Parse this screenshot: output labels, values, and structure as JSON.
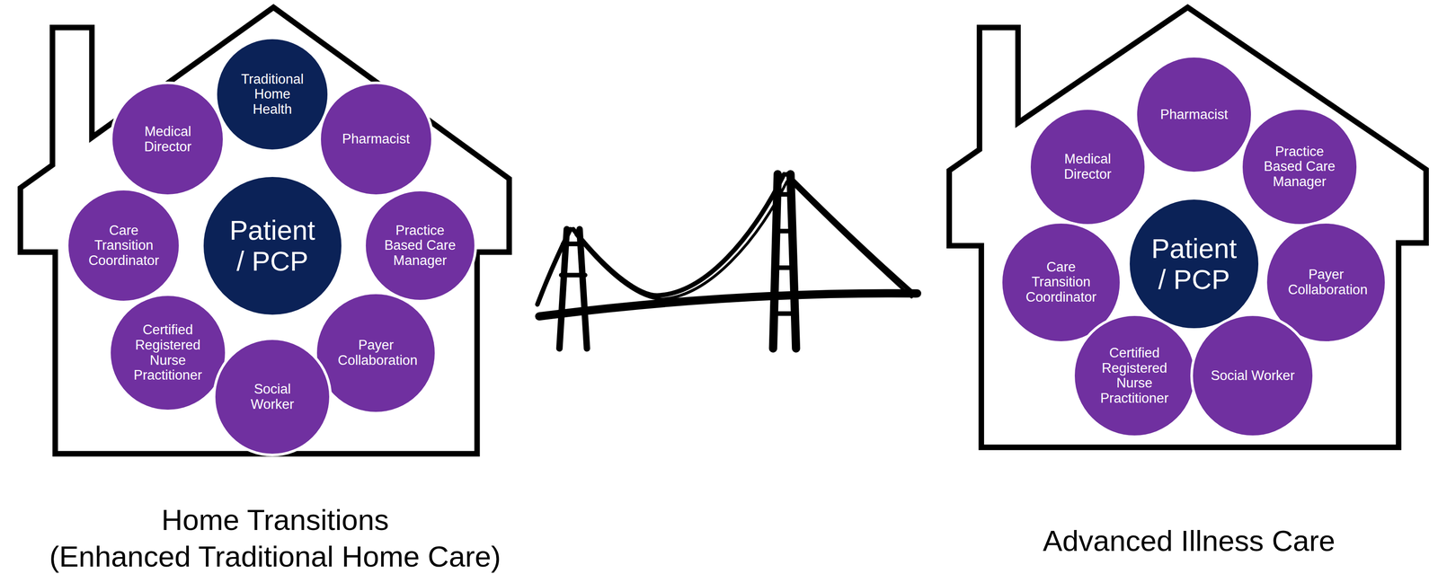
{
  "diagram": {
    "nodes": [
      {
        "text": [
          "Home Transitions",
          "(Enhanced Traditional Home Care)"
        ]
      },
      {
        "text": [
          "Traditional Home Health"
        ],
        "in": 0
      },
      {
        "text": [
          "Medical Director"
        ],
        "in": 0
      },
      {
        "text": [
          "Pharmacist"
        ],
        "in": 0
      },
      {
        "text": [
          "Care Transition Coordinator"
        ],
        "in": 0
      },
      {
        "text": [
          "Patient / PCP"
        ],
        "in": 0
      },
      {
        "text": [
          "Practice Based Care Manager"
        ],
        "in": 0
      },
      {
        "text": [
          "Certified Registered Nurse Practitioner"
        ],
        "in": 0
      },
      {
        "text": [
          "Payer Collaboration"
        ],
        "in": 0
      },
      {
        "text": [
          "Social Worker"
        ],
        "in": 0
      },
      {
        "text": [
          "Advanced Illness Care"
        ]
      },
      {
        "text": [
          "Pharmacist"
        ],
        "in": 10
      },
      {
        "text": [
          "Medical Director"
        ],
        "in": 10
      },
      {
        "text": [
          "Practice Based Care Manager"
        ],
        "in": 10
      },
      {
        "text": [
          "Care Transition Coordinator"
        ],
        "in": 10
      },
      {
        "text": [
          "Patient / PCP"
        ],
        "in": 10
      },
      {
        "text": [
          "Payer Collaboration"
        ],
        "in": 10
      },
      {
        "text": [
          "Certified Registered Nurse Practitioner"
        ],
        "in": 10
      },
      {
        "text": [
          "Social Worker"
        ],
        "in": 10
      }
    ]
  }
}
